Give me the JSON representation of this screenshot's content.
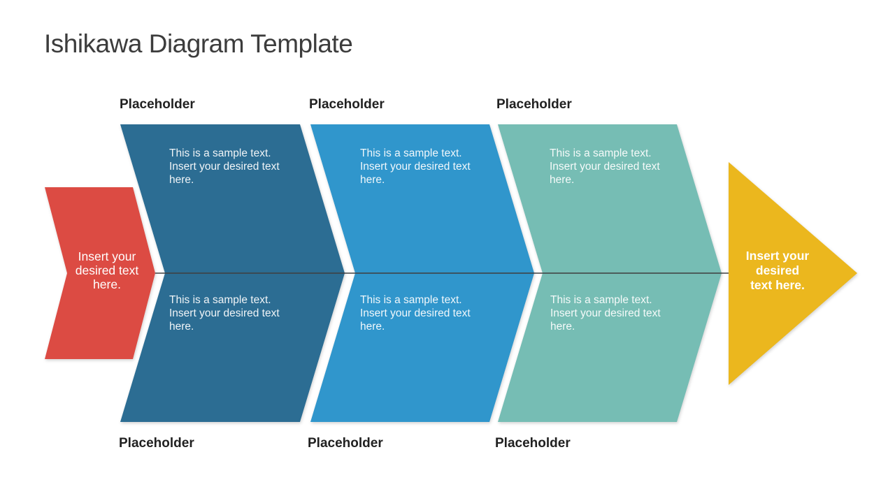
{
  "slide": {
    "title": "Ishikawa Diagram Template"
  },
  "colors": {
    "background": "#FFFFFF",
    "title_text": "#3C3C3C",
    "label_text": "#212121",
    "shape_text": "#FFFFFF",
    "spine": "#3F3F3F",
    "tail": "#DC4B43",
    "head": "#EBB71E",
    "column1": "#2C6D93",
    "column2": "#3096CC",
    "column3": "#76BDB4"
  },
  "tail": {
    "lines": [
      "Insert your",
      "desired text",
      "here."
    ]
  },
  "head": {
    "lines": [
      "Insert your",
      "desired",
      "text here."
    ]
  },
  "columns": [
    {
      "top": {
        "label": "Placeholder",
        "body_lines": [
          "This is a sample text.",
          "Insert your desired text",
          "here."
        ]
      },
      "bottom": {
        "label": "Placeholder",
        "body_lines": [
          "This is a sample text.",
          "Insert your desired text",
          "here."
        ]
      }
    },
    {
      "top": {
        "label": "Placeholder",
        "body_lines": [
          "This is a sample text.",
          "Insert your desired text",
          "here."
        ]
      },
      "bottom": {
        "label": "Placeholder",
        "body_lines": [
          "This is a sample text.",
          "Insert your desired text",
          "here."
        ]
      }
    },
    {
      "top": {
        "label": "Placeholder",
        "body_lines": [
          "This is a sample text.",
          "Insert your desired text",
          "here."
        ]
      },
      "bottom": {
        "label": "Placeholder",
        "body_lines": [
          "This is a sample text.",
          "Insert your desired text",
          "here."
        ]
      }
    }
  ]
}
